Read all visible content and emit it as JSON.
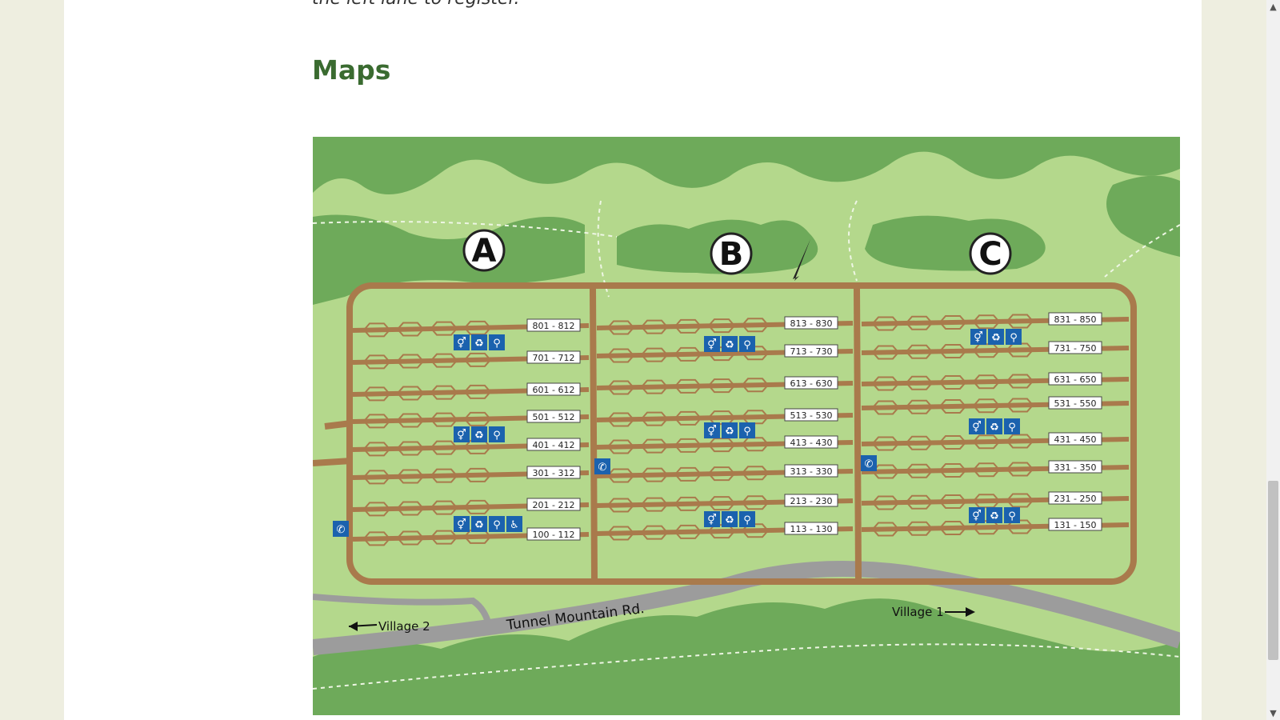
{
  "page": {
    "intro_text": "the left lane to register.",
    "section_heading": "Maps"
  },
  "map": {
    "loop_labels": [
      "A",
      "B",
      "C"
    ],
    "site_labels": {
      "A": [
        "801 - 812",
        "701 - 712",
        "601 - 612",
        "501 - 512",
        "401 - 412",
        "301 - 312",
        "201 - 212",
        "100 - 112"
      ],
      "B": [
        "813 - 830",
        "713 - 730",
        "613 - 630",
        "513 - 530",
        "413 - 430",
        "313 - 330",
        "213 - 230",
        "113 - 130"
      ],
      "C": [
        "831 - 850",
        "731 - 750",
        "631 - 650",
        "531 - 550",
        "431 - 450",
        "331 - 350",
        "231 - 250",
        "131 - 150"
      ]
    },
    "road_label": "Tunnel Mountain Rd.",
    "village1_label": "Village 1",
    "village2_label": "Village 2",
    "colors": {
      "dark_forest": "#6eaa5a",
      "meadow": "#b4d88c",
      "camp_road": "#a97a4c",
      "main_road": "#9c9c9c",
      "amenity_blue": "#1b62ae"
    }
  },
  "scrollbar": {
    "up_arrow_icon": "▲",
    "down_arrow_icon": "▼"
  }
}
